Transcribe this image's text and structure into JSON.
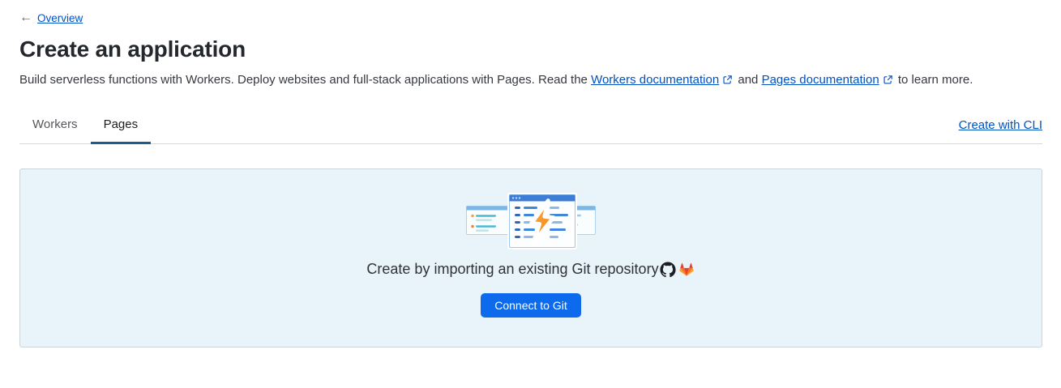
{
  "back": {
    "arrow_glyph": "←",
    "label": "Overview"
  },
  "page": {
    "title": "Create an application",
    "desc": {
      "part1": "Build serverless functions with Workers. Deploy websites and full-stack applications with Pages. Read the ",
      "workers_link": "Workers documentation",
      "part2": " and ",
      "pages_link": "Pages documentation",
      "part3": " to learn more."
    }
  },
  "tabs": {
    "workers": "Workers",
    "pages": "Pages",
    "active_tab": "Pages",
    "cli_link": "Create with CLI"
  },
  "panel": {
    "caption": "Create by importing an existing Git repository",
    "connect_button": "Connect to Git"
  },
  "icons": {
    "back_arrow": "left-arrow-icon",
    "external_link": "external-link-icon",
    "github": "github-icon",
    "gitlab": "gitlab-icon",
    "illustration": "browser-windows-lightning-illustration"
  },
  "colors": {
    "link_blue": "#0051c3",
    "button_blue": "#0d6aed",
    "tab_active_underline": "#1e5b8e",
    "panel_background": "#e9f4fa",
    "lightning_orange": "#f48120"
  }
}
